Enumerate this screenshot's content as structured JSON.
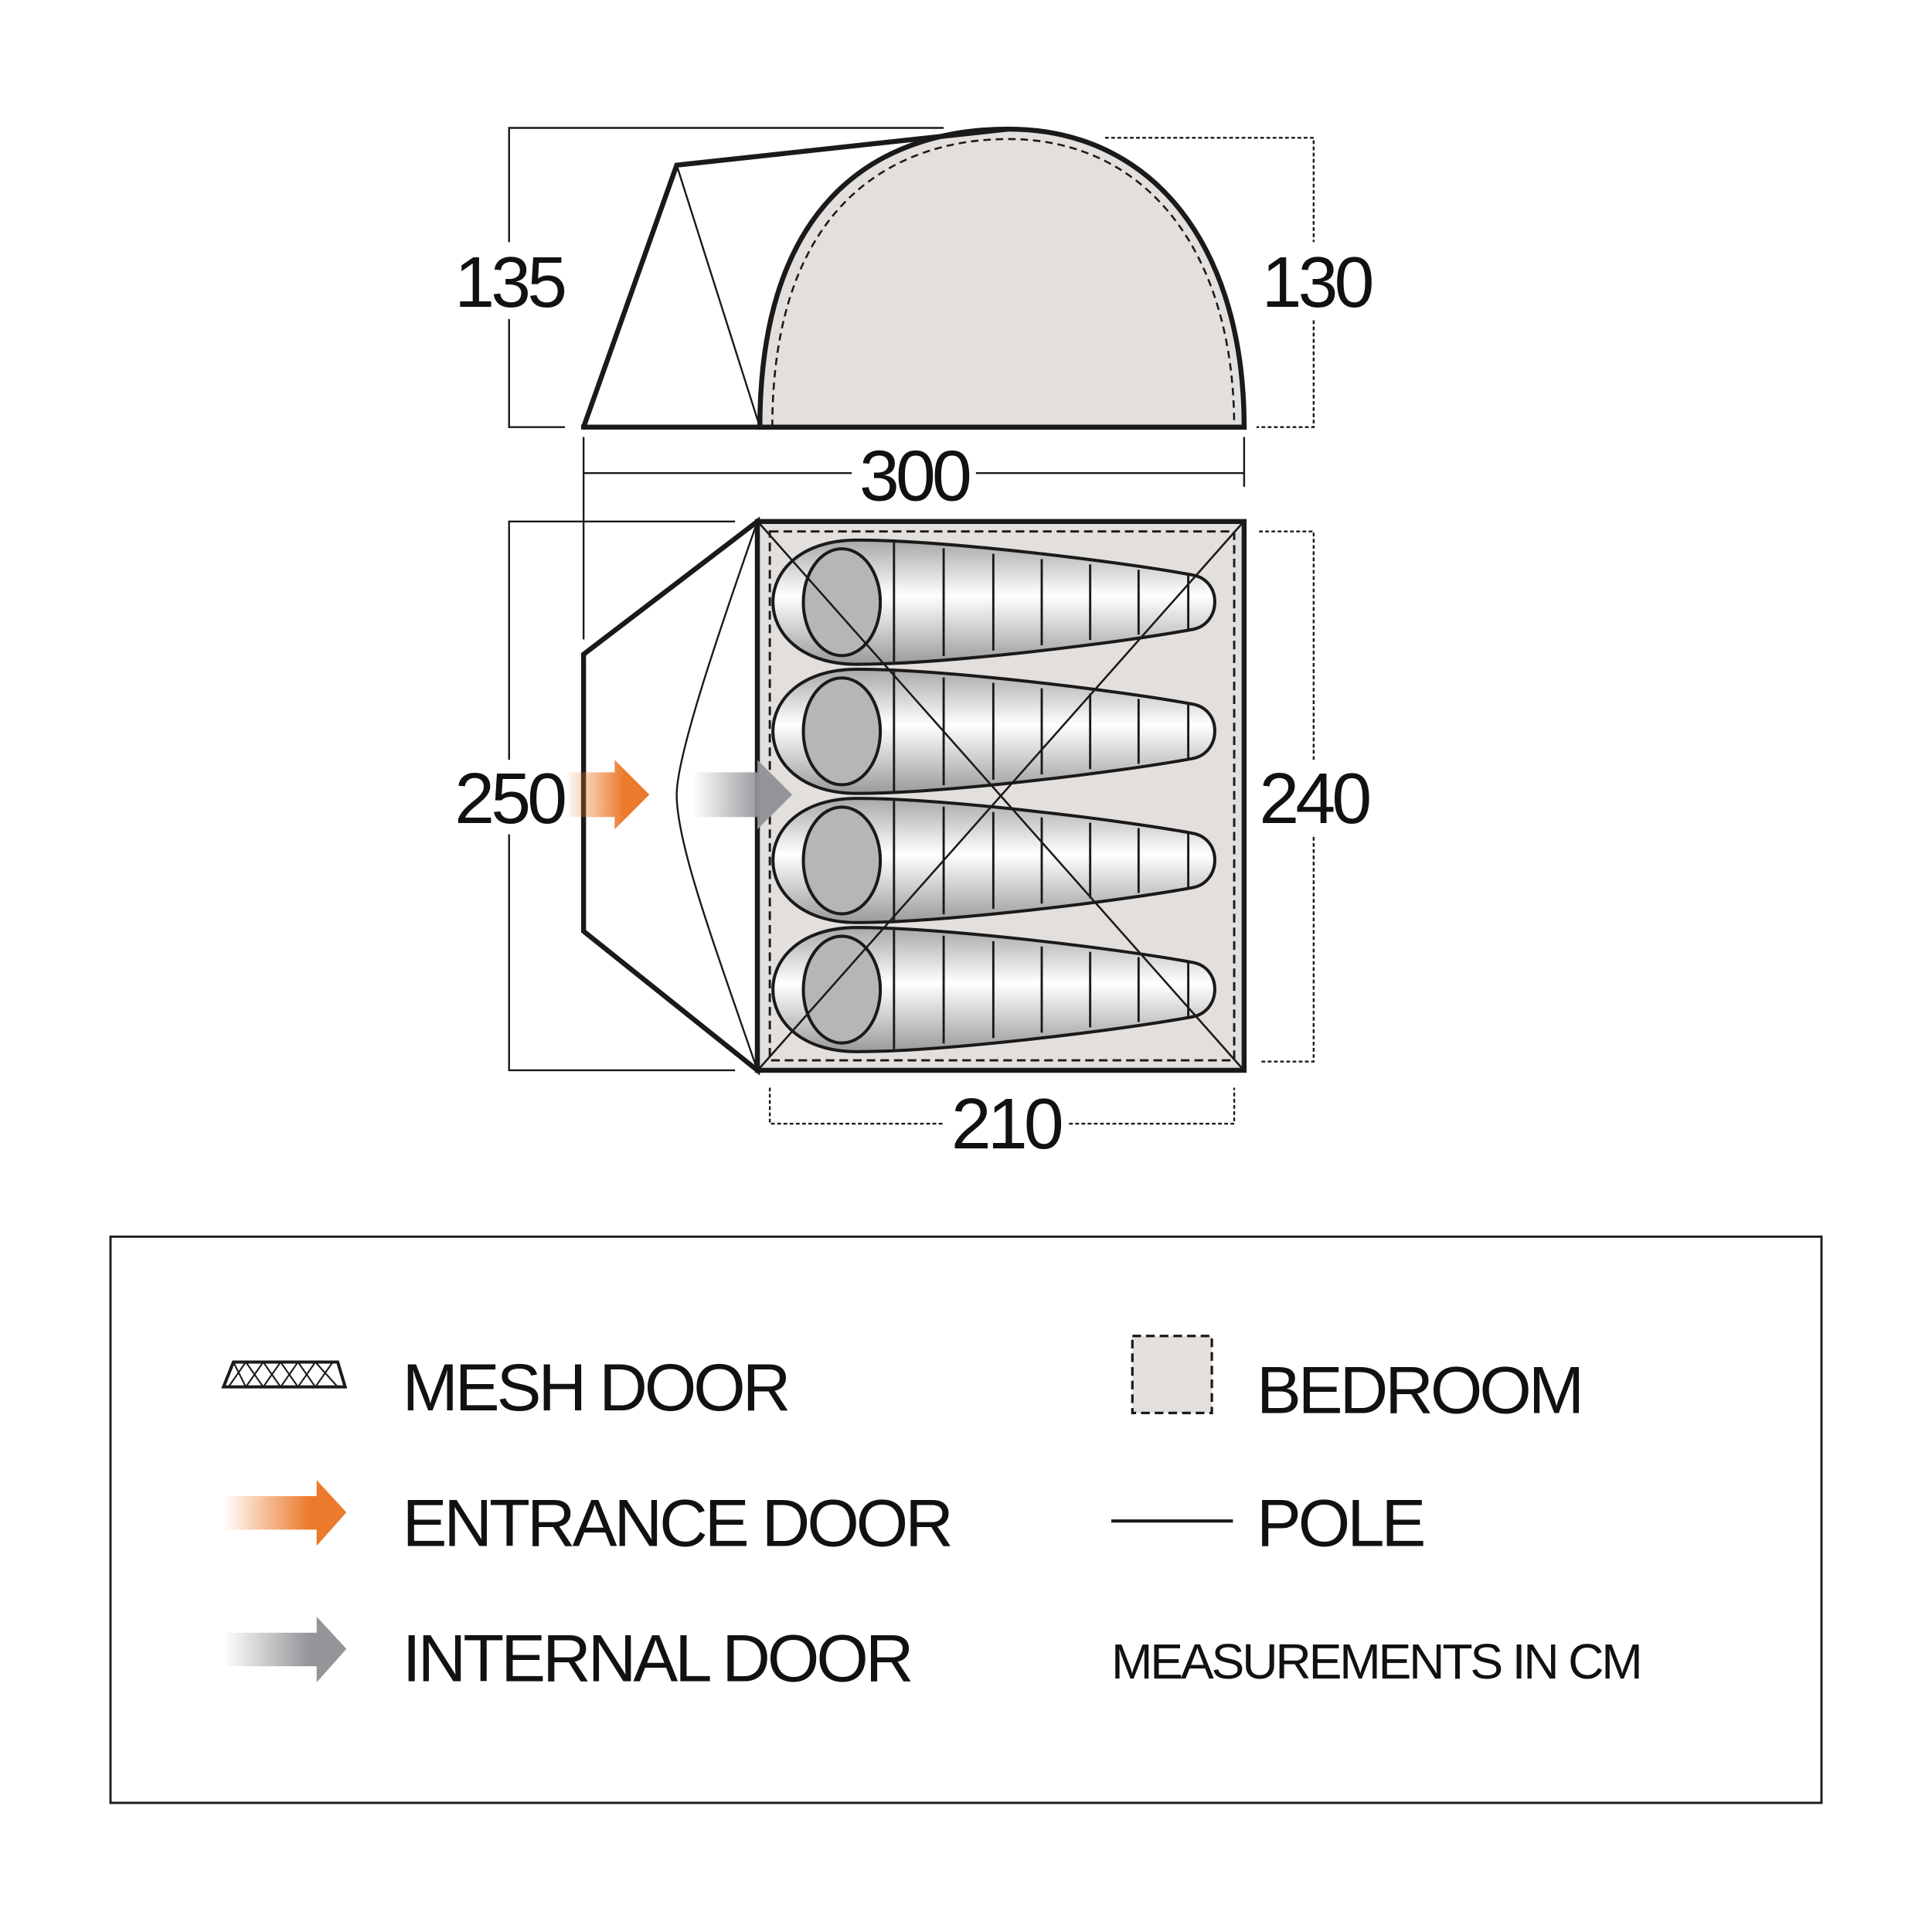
{
  "dimensions": {
    "porch_height": "135",
    "bedroom_height": "130",
    "total_length": "300",
    "total_width": "250",
    "bedroom_width": "240",
    "bedroom_length": "210"
  },
  "legend": {
    "mesh_door": "MESH DOOR",
    "entrance_door": "ENTRANCE DOOR",
    "internal_door": "INTERNAL DOOR",
    "bedroom": "BEDROOM",
    "pole": "POLE",
    "units_note": "MEASUREMENTS IN CM"
  },
  "sleeping_bags": 4,
  "colors": {
    "entrance_arrow": "#ec7a2c",
    "internal_arrow": "#939598",
    "bedroom_fill": "#e3dfdc",
    "outline": "#1a1a1a"
  }
}
